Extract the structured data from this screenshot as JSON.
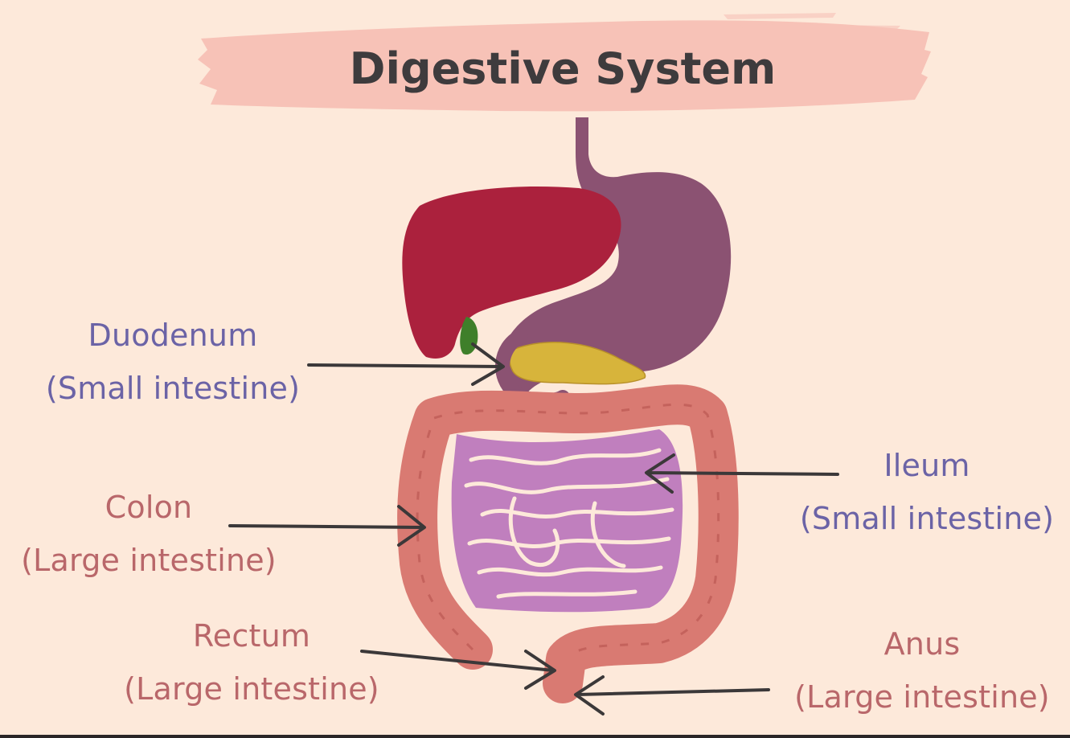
{
  "title": "Digestive System",
  "labels": {
    "duodenum": {
      "name": "Duodenum",
      "detail": "(Small intestine)"
    },
    "colon": {
      "name": "Colon",
      "detail": "(Large intestine)"
    },
    "rectum": {
      "name": "Rectum",
      "detail": "(Large intestine)"
    },
    "ileum": {
      "name": "Ileum",
      "detail": "(Small intestine)"
    },
    "anus": {
      "name": "Anus",
      "detail": "(Large intestine)"
    }
  },
  "colors": {
    "background": "#fde9da",
    "title_brush": "#f7c2b7",
    "liver": "#ab213d",
    "stomach": "#8b5272",
    "pancreas": "#d7b43b",
    "gallbladder": "#3f7f2a",
    "large_intestine": "#d97a72",
    "small_intestine": "#c07fbe",
    "small_intestine_label": "#6b63a6",
    "large_intestine_label": "#b9676a"
  }
}
